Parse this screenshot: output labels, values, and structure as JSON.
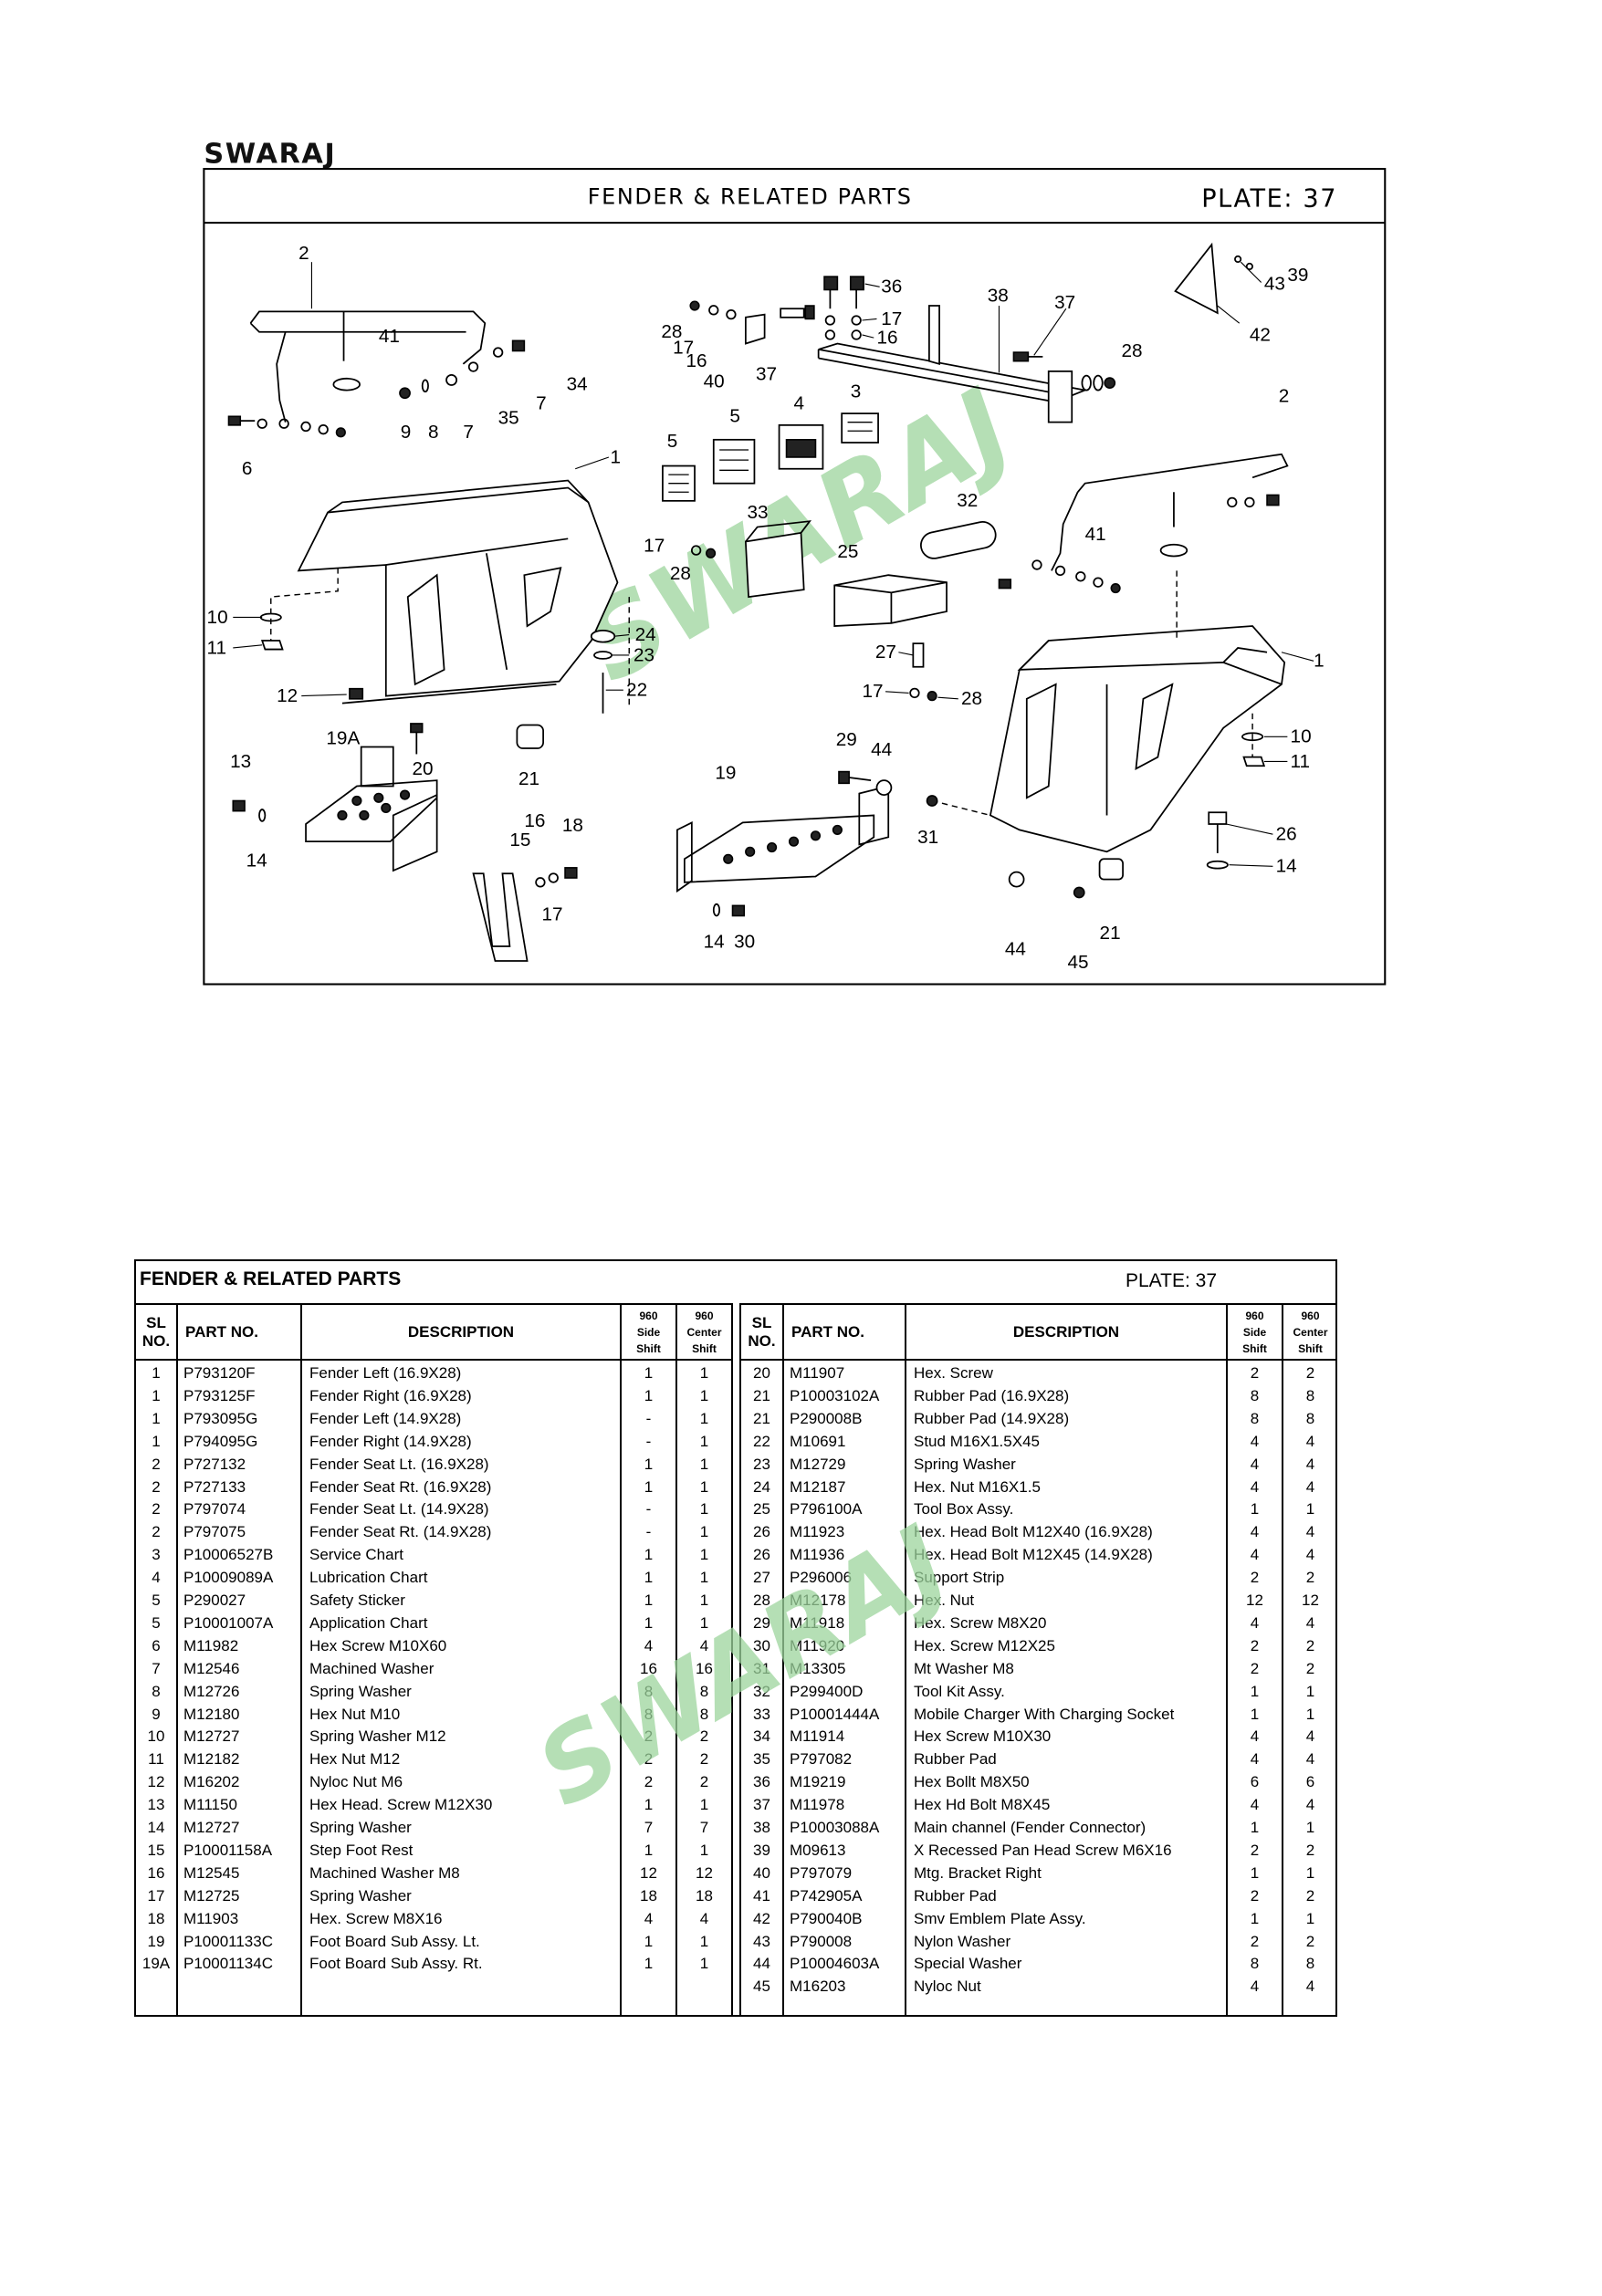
{
  "brand": "SWARAJ",
  "watermark": "SWARAJ",
  "diagram": {
    "title": "FENDER & RELATED PARTS",
    "plate": "PLATE:  37",
    "callouts": [
      "2",
      "41",
      "34",
      "7",
      "35",
      "7",
      "8",
      "9",
      "6",
      "1",
      "28",
      "17",
      "16",
      "40",
      "37",
      "36",
      "17",
      "16",
      "38",
      "37",
      "28",
      "43",
      "39",
      "42",
      "2",
      "5",
      "5",
      "4",
      "3",
      "33",
      "32",
      "25",
      "17",
      "28",
      "41",
      "10",
      "11",
      "24",
      "23",
      "22",
      "12",
      "27",
      "17",
      "28",
      "1",
      "10",
      "11",
      "19A",
      "20",
      "21",
      "13",
      "14",
      "15",
      "16",
      "18",
      "17",
      "29",
      "44",
      "19",
      "31",
      "26",
      "14",
      "14",
      "30",
      "44",
      "21",
      "45"
    ]
  },
  "table": {
    "title": "FENDER & RELATED PARTS",
    "plate": "PLATE: 37",
    "headers": {
      "sl": "SL NO.",
      "part": "PART NO.",
      "desc": "DESCRIPTION",
      "side": "960 Side Shift",
      "center": "960 Center Shift"
    },
    "left_rows": [
      [
        "1",
        "P793120F",
        "Fender Left  (16.9X28)",
        "1",
        "1"
      ],
      [
        "1",
        "P793125F",
        "Fender Right (16.9X28)",
        "1",
        "1"
      ],
      [
        "1",
        "P793095G",
        "Fender Left  (14.9X28)",
        "-",
        "1"
      ],
      [
        "1",
        "P794095G",
        "Fender Right (14.9X28)",
        "-",
        "1"
      ],
      [
        "2",
        "P727132",
        "Fender Seat Lt. (16.9X28)",
        "1",
        "1"
      ],
      [
        "2",
        "P727133",
        "Fender Seat Rt. (16.9X28)",
        "1",
        "1"
      ],
      [
        "2",
        "P797074",
        "Fender Seat Lt. (14.9X28)",
        "-",
        "1"
      ],
      [
        "2",
        "P797075",
        "Fender Seat Rt. (14.9X28)",
        "-",
        "1"
      ],
      [
        "3",
        "P10006527B",
        "Service Chart",
        "1",
        "1"
      ],
      [
        "4",
        "P10009089A",
        "Lubrication Chart",
        "1",
        "1"
      ],
      [
        "5",
        "P290027",
        "Safety Sticker",
        "1",
        "1"
      ],
      [
        "5",
        "P10001007A",
        "Application Chart",
        "1",
        "1"
      ],
      [
        "6",
        "M11982",
        "Hex Screw M10X60",
        "4",
        "4"
      ],
      [
        "7",
        "M12546",
        "Machined Washer",
        "16",
        "16"
      ],
      [
        "8",
        "M12726",
        "Spring Washer",
        "8",
        "8"
      ],
      [
        "9",
        "M12180",
        "Hex Nut M10",
        "8",
        "8"
      ],
      [
        "10",
        "M12727",
        "Spring Washer  M12",
        "2",
        "2"
      ],
      [
        "11",
        "M12182",
        "Hex Nut M12",
        "2",
        "2"
      ],
      [
        "12",
        "M16202",
        "Nyloc Nut M6",
        "2",
        "2"
      ],
      [
        "13",
        "M11150",
        "Hex Head. Screw M12X30",
        "1",
        "1"
      ],
      [
        "14",
        "M12727",
        "Spring Washer",
        "7",
        "7"
      ],
      [
        "15",
        "P10001158A",
        "Step Foot Rest",
        "1",
        "1"
      ],
      [
        "16",
        "M12545",
        "Machined Washer M8",
        "12",
        "12"
      ],
      [
        "17",
        "M12725",
        "Spring Washer",
        "18",
        "18"
      ],
      [
        "18",
        "M11903",
        "Hex. Screw M8X16",
        "4",
        "4"
      ],
      [
        "19",
        "P10001133C",
        "Foot Board Sub Assy. Lt.",
        "1",
        "1"
      ],
      [
        "19A",
        "P10001134C",
        "Foot Board Sub Assy. Rt.",
        "1",
        "1"
      ]
    ],
    "right_rows": [
      [
        "20",
        "M11907",
        "Hex. Screw",
        "2",
        "2"
      ],
      [
        "21",
        "P10003102A",
        "Rubber Pad  (16.9X28)",
        "8",
        "8"
      ],
      [
        "21",
        "P290008B",
        "Rubber Pad (14.9X28)",
        "8",
        "8"
      ],
      [
        "22",
        "M10691",
        "Stud M16X1.5X45",
        "4",
        "4"
      ],
      [
        "23",
        "M12729",
        "Spring Washer",
        "4",
        "4"
      ],
      [
        "24",
        "M12187",
        "Hex. Nut M16X1.5",
        "4",
        "4"
      ],
      [
        "25",
        "P796100A",
        "Tool Box Assy.",
        "1",
        "1"
      ],
      [
        "26",
        "M11923",
        "Hex. Head Bolt M12X40 (16.9X28)",
        "4",
        "4"
      ],
      [
        "26",
        "M11936",
        "Hex. Head Bolt M12X45 (14.9X28)",
        "4",
        "4"
      ],
      [
        "27",
        "P296006",
        "Support Strip",
        "2",
        "2"
      ],
      [
        "28",
        "M12178",
        "Hex. Nut",
        "12",
        "12"
      ],
      [
        "29",
        "M11918",
        "Hex. Screw M8X20",
        "4",
        "4"
      ],
      [
        "30",
        "M11920",
        "Hex. Screw M12X25",
        "2",
        "2"
      ],
      [
        "31",
        "M13305",
        "Mt Washer M8",
        "2",
        "2"
      ],
      [
        "32",
        "P299400D",
        "Tool Kit Assy.",
        "1",
        "1"
      ],
      [
        "33",
        "P10001444A",
        "Mobile Charger With Charging Socket",
        "1",
        "1"
      ],
      [
        "34",
        "M11914",
        "Hex Screw M10X30",
        "4",
        "4"
      ],
      [
        "35",
        "P797082",
        "Rubber Pad",
        "4",
        "4"
      ],
      [
        "36",
        "M19219",
        "Hex Bollt M8X50",
        "6",
        "6"
      ],
      [
        "37",
        "M11978",
        "Hex Hd Bolt M8X45",
        "4",
        "4"
      ],
      [
        "38",
        "P10003088A",
        "Main channel (Fender Connector)",
        "1",
        "1"
      ],
      [
        "39",
        "M09613",
        "X Recessed Pan Head Screw M6X16",
        "2",
        "2"
      ],
      [
        "40",
        "P797079",
        "Mtg. Bracket Right",
        "1",
        "1"
      ],
      [
        "41",
        "P742905A",
        "Rubber Pad",
        "2",
        "2"
      ],
      [
        "42",
        "P790040B",
        "Smv Emblem Plate Assy.",
        "1",
        "1"
      ],
      [
        "43",
        "P790008",
        "Nylon Washer",
        "2",
        "2"
      ],
      [
        "44",
        "P10004603A",
        "Special Washer",
        "8",
        "8"
      ],
      [
        "45",
        "M16203",
        "Nyloc Nut",
        "4",
        "4"
      ]
    ]
  }
}
